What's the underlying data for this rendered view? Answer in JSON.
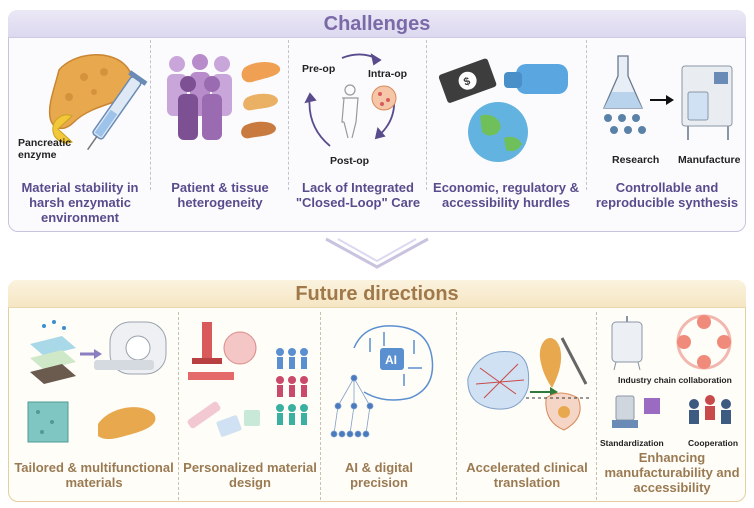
{
  "challenges": {
    "title": "Challenges",
    "cards": [
      {
        "label": "Material stability in harsh enzymatic environment",
        "sub_label": "Pancreatic enzyme"
      },
      {
        "label": "Patient & tissue heterogeneity"
      },
      {
        "label": "Lack of Integrated \"Closed-Loop\" Care",
        "cycle": [
          "Pre-op",
          "Intra-op",
          "Post-op"
        ]
      },
      {
        "label": "Economic, regulatory & accessibility hurdles"
      },
      {
        "label": "Controllable and reproducible synthesis",
        "steps": [
          "Research",
          "Manufacture"
        ]
      }
    ]
  },
  "future": {
    "title": "Future directions",
    "cards": [
      {
        "label": "Tailored & multifunctional materials"
      },
      {
        "label": "Personalized material design"
      },
      {
        "label": "AI & digital precision",
        "icon_text": "AI"
      },
      {
        "label": "Accelerated clinical translation"
      },
      {
        "label": "Enhancing manufacturability and accessibility",
        "items": [
          "Industry chain collaboration",
          "Standardization",
          "Cooperation"
        ]
      }
    ]
  },
  "colors": {
    "challenges_title": "#7b6aa8",
    "challenges_label": "#5a4c8c",
    "future_title": "#a0784a",
    "future_label": "#9a7a52"
  }
}
